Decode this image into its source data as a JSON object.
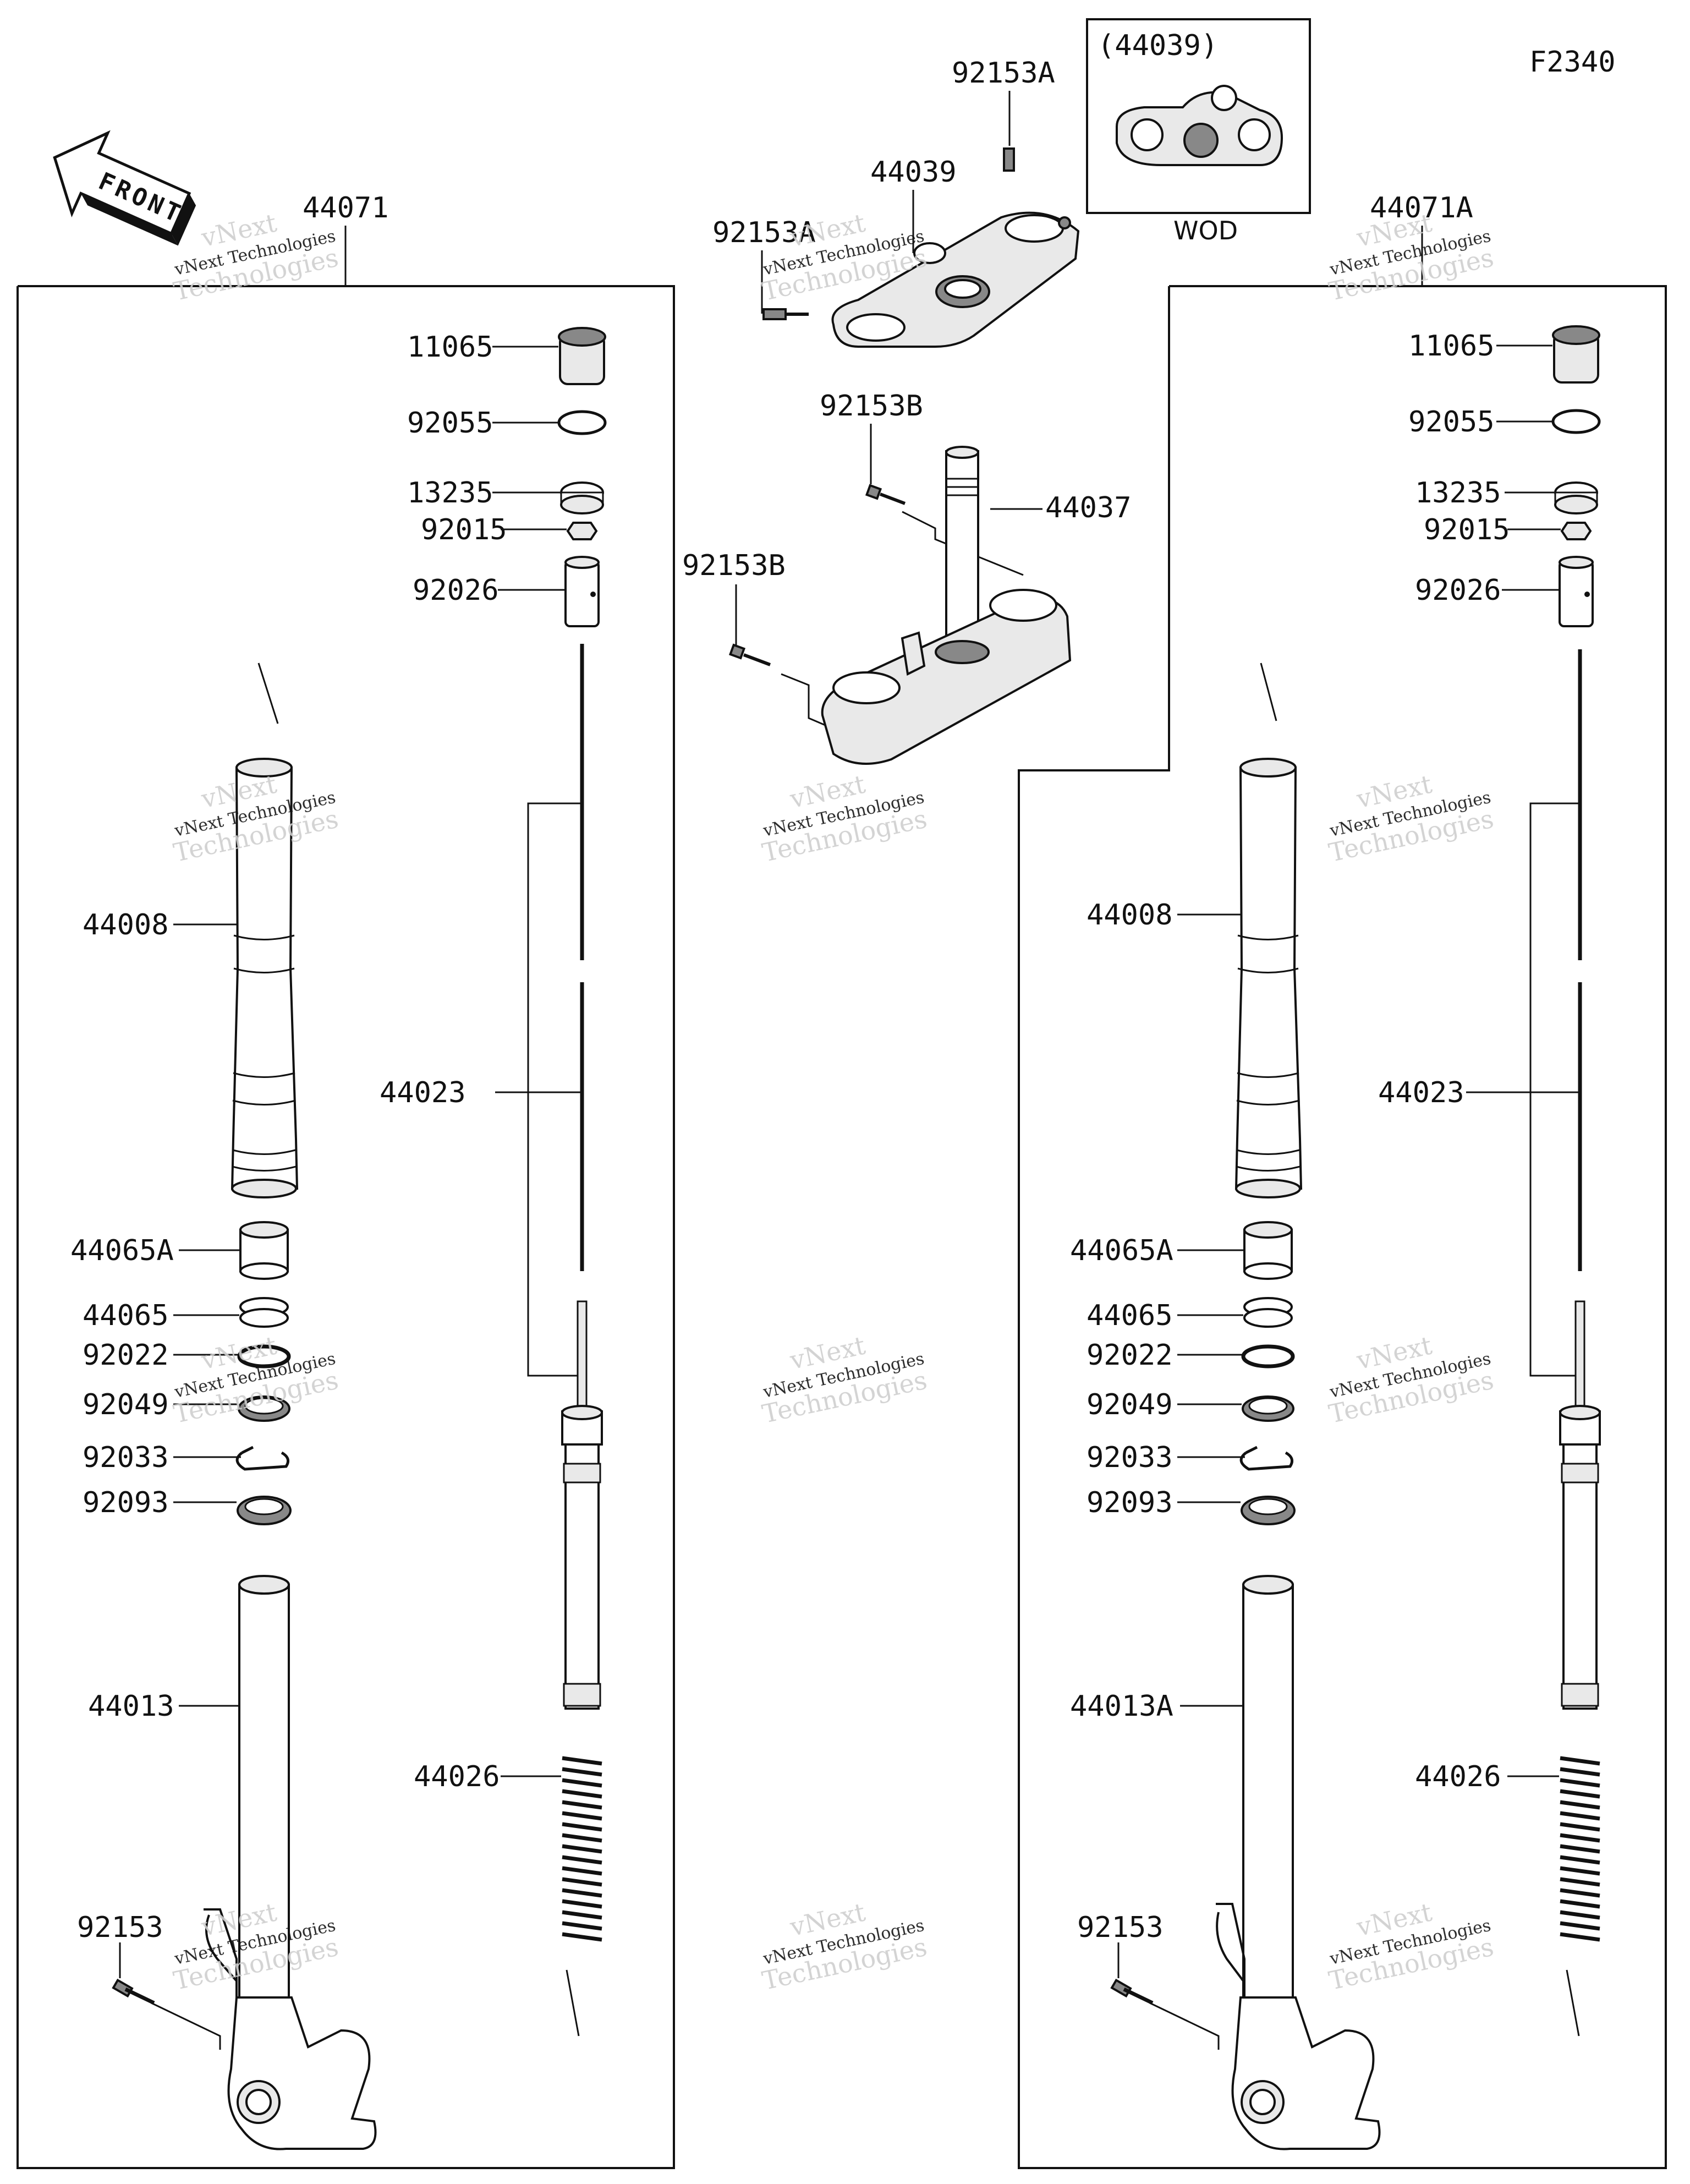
{
  "figure_code": "F2340",
  "front_label": "FRONT",
  "inset": {
    "title": "(44039)",
    "caption": "WOD"
  },
  "watermark": {
    "line1": "vNext",
    "line2": "vNext Technologies",
    "line3": "Technologies"
  },
  "left_assembly": {
    "number": "44071",
    "parts": {
      "p11065": "11065",
      "p92055": "92055",
      "p13235": "13235",
      "p92015": "92015",
      "p92026": "92026",
      "p44008": "44008",
      "p44023": "44023",
      "p44065A": "44065A",
      "p44065": "44065",
      "p92022": "92022",
      "p92049": "92049",
      "p92033": "92033",
      "p92093": "92093",
      "p44013": "44013",
      "p44026": "44026",
      "p92153": "92153"
    }
  },
  "right_assembly": {
    "number": "44071A",
    "parts": {
      "p11065": "11065",
      "p92055": "92055",
      "p13235": "13235",
      "p92015": "92015",
      "p92026": "92026",
      "p44008": "44008",
      "p44023": "44023",
      "p44065A": "44065A",
      "p44065": "44065",
      "p92022": "92022",
      "p92049": "92049",
      "p92033": "92033",
      "p92093": "92093",
      "p44013": "44013A",
      "p44026": "44026",
      "p92153": "92153"
    }
  },
  "center": {
    "p92153A_top": "92153A",
    "p44039": "44039",
    "p92153A_side": "92153A",
    "p92153B_top": "92153B",
    "p44037": "44037",
    "p92153B_side": "92153B"
  }
}
